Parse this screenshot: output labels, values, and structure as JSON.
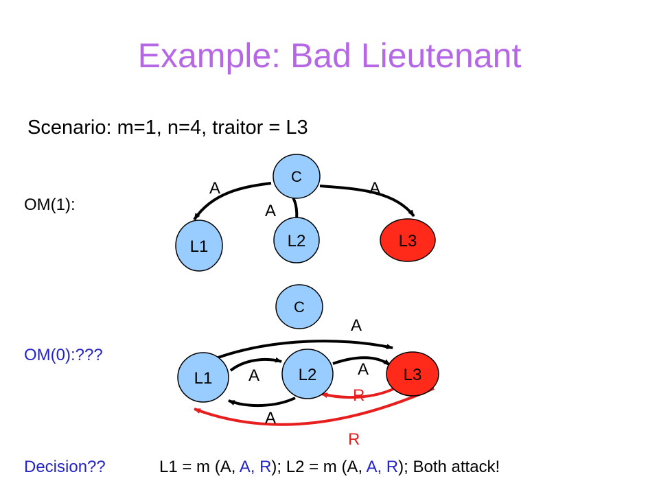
{
  "title": "Example: Bad Lieutenant",
  "scenario": "Scenario: m=1, n=4, traitor = L3",
  "colors": {
    "title": "#b667e6",
    "node_fill": "#99ccff",
    "traitor_fill": "#ff2a1a",
    "blue_text": "#2323c8",
    "red_text": "#e81d1d",
    "arrow_black": "#000000",
    "arrow_red": "#e81d1d"
  },
  "om1": {
    "label": "OM(1):",
    "nodes": {
      "c": "C",
      "l1": "L1",
      "l2": "L2",
      "l3": "L3"
    },
    "edges": {
      "c_l1": "A",
      "c_l2": "A",
      "c_l3": "A"
    }
  },
  "om0": {
    "label": "OM(0):???",
    "nodes": {
      "c": "C",
      "l1": "L1",
      "l2": "L2",
      "l3": "L3"
    },
    "edges": {
      "l1_l3": "A",
      "l1_l2": "A",
      "l2_l3": "A",
      "l2_l1": "A",
      "l3_l2": "R",
      "l3_l1": "R"
    }
  },
  "decision": {
    "label": "Decision??",
    "parts": [
      {
        "text": "L1 = m (A, ",
        "color": "black"
      },
      {
        "text": "A, R",
        "color": "blue"
      },
      {
        "text": "); L2 = m (A, ",
        "color": "black"
      },
      {
        "text": "A, R",
        "color": "blue"
      },
      {
        "text": "); Both attack!",
        "color": "black"
      }
    ]
  }
}
